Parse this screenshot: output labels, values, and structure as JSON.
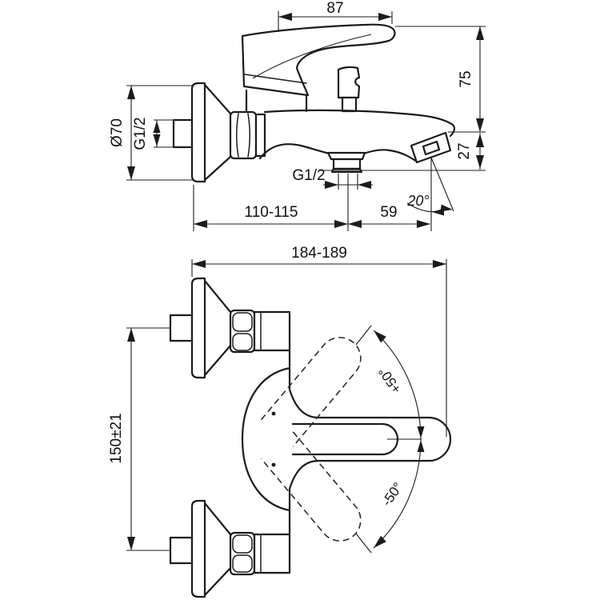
{
  "drawing": {
    "type": "technical-dimension-drawing",
    "subject": "wall-mounted single-lever bath mixer faucet, two orthographic views",
    "background_color": "#ffffff",
    "line_color": "#1b1b1b",
    "side_view": {
      "name": "side-view",
      "dim_handle_width": "87",
      "dim_height": "75",
      "dim_spout_drop": "27",
      "dim_flange_diameter": "Ø70",
      "dim_wall_thread": "G1/2",
      "dim_outlet_thread": "G1/2",
      "dim_wall_to_outlet": "110-115",
      "dim_outlet_to_tip": "59",
      "dim_spout_angle": "20°"
    },
    "top_view": {
      "name": "top-view",
      "dim_overall_depth": "184-189",
      "dim_connection_distance": "150±21",
      "dim_swing_up": "+50°",
      "dim_swing_down": "-50°"
    }
  }
}
